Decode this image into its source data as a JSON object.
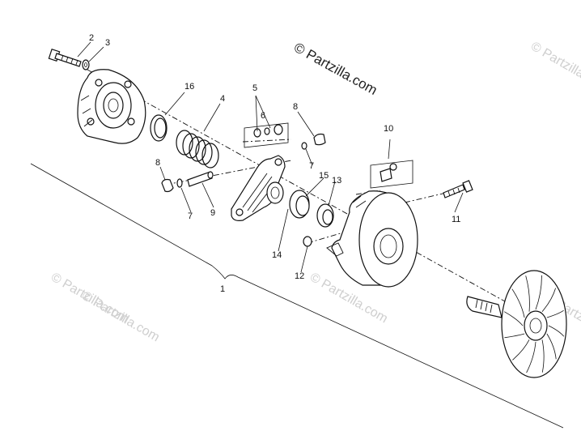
{
  "watermark": {
    "main": "© Partzilla.com",
    "faded": [
      "© Partzilla.com",
      "© Partzilla.com",
      "© Partzilla.com",
      "© Partzilla.com",
      "© Partzilla.com"
    ]
  },
  "callouts": {
    "c1": "1",
    "c2": "2",
    "c3": "3",
    "c4": "4",
    "c5": "5",
    "c6": "6",
    "c7a": "7",
    "c7b": "7",
    "c8a": "8",
    "c8b": "8",
    "c9": "9",
    "c10": "10",
    "c11": "11",
    "c12": "12",
    "c13": "13",
    "c14": "14",
    "c15": "15",
    "c16": "16"
  }
}
